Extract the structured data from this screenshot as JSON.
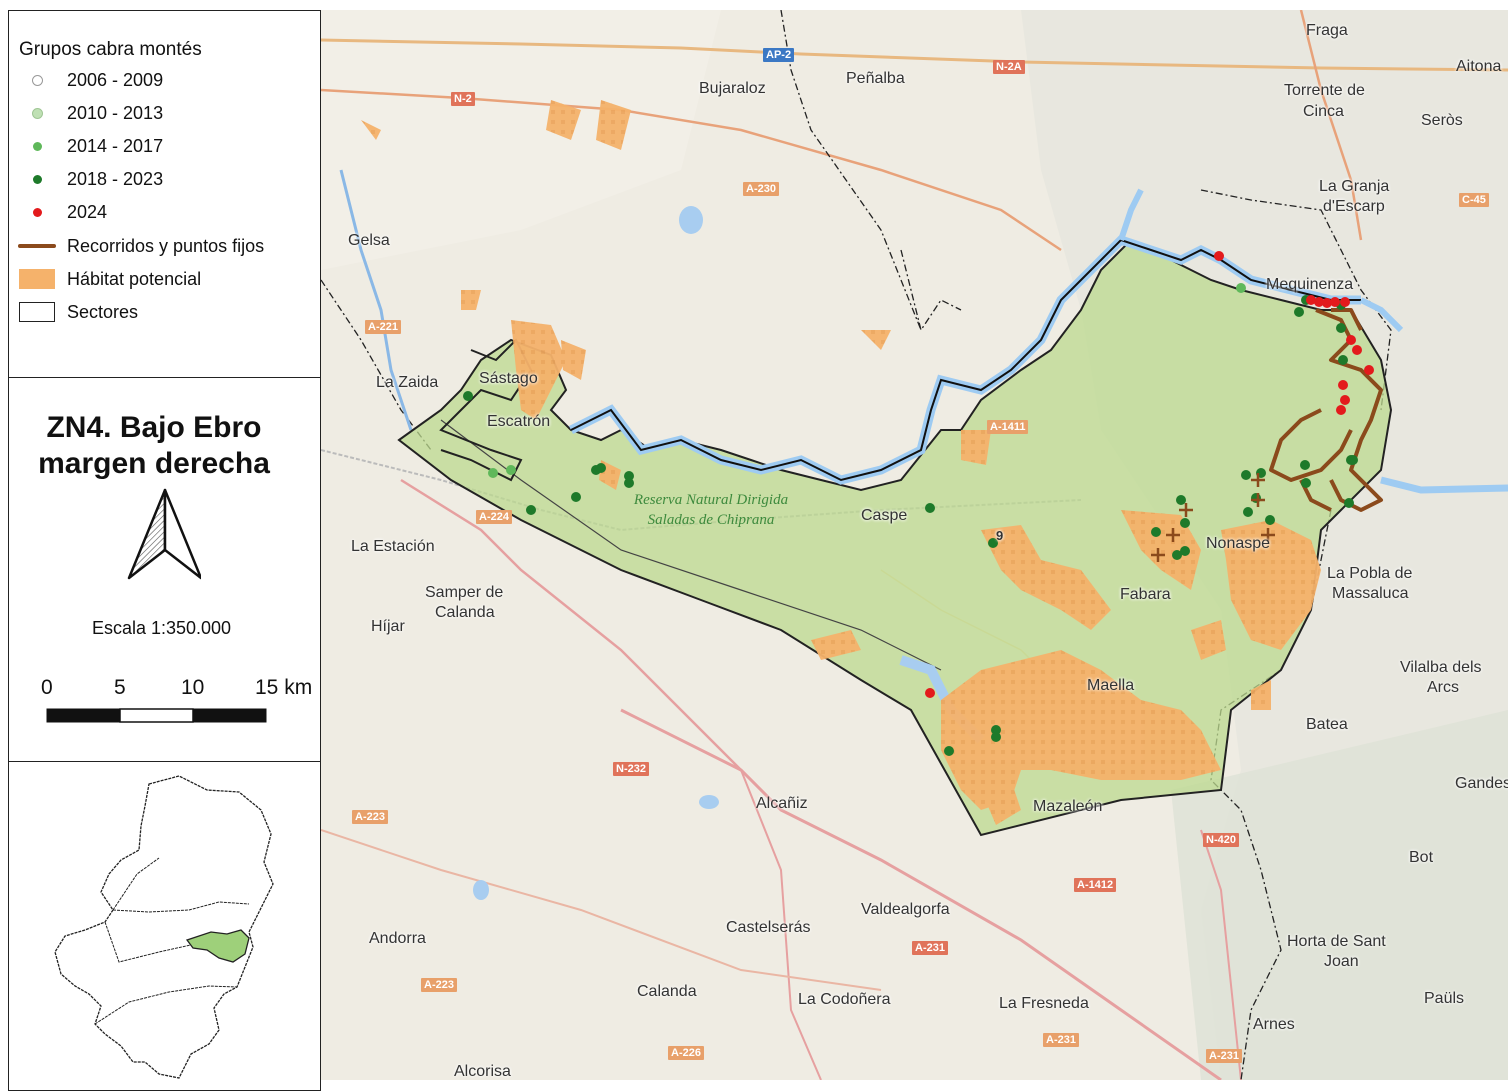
{
  "legend": {
    "title": "Grupos cabra montés",
    "items": [
      {
        "label": "2006 - 2009",
        "symbol": "circle",
        "color": "#ffffff"
      },
      {
        "label": "2010 - 2013",
        "symbol": "circle",
        "color": "#bfe0b4"
      },
      {
        "label": "2014 - 2017",
        "symbol": "circle",
        "color": "#5fb85a"
      },
      {
        "label": "2018 - 2023",
        "symbol": "circle",
        "color": "#1e7a2a"
      },
      {
        "label": "2024",
        "symbol": "circle",
        "color": "#e31a1c"
      },
      {
        "label": "Recorridos y puntos fijos",
        "symbol": "line",
        "color": "#8b4a1c"
      },
      {
        "label": "Hábitat potencial",
        "symbol": "fill",
        "color": "#f5b26b"
      },
      {
        "label": "Sectores",
        "symbol": "outline",
        "color": "#222222"
      }
    ]
  },
  "title": {
    "line1": "ZN4. Bajo Ebro",
    "line2": "margen derecha"
  },
  "north_arrow": "north-arrow-icon",
  "scale": {
    "label": "Escala 1:350.000",
    "ticks": [
      "0",
      "5",
      "10",
      "15 km"
    ]
  },
  "colors": {
    "zone_fill": "#b8d98f",
    "reservoir": "#a8cdf0",
    "habitat": "#f5b26b",
    "route": "#8b4a1c"
  },
  "map": {
    "places": [
      "Fraga",
      "Aitona",
      "Bujaraloz",
      "Peñalba",
      "Torrente de",
      "Cinca",
      "Seròs",
      "La Granja",
      "d'Escarp",
      "Gelsa",
      "Mequinenza",
      "La Zaida",
      "Sástago",
      "Escatrón",
      "Caspe",
      "La Estación",
      "Samper de",
      "Calanda",
      "Híjar",
      "Nonaspe",
      "Fabara",
      "La Pobla de",
      "Massaluca",
      "Maella",
      "Vilalba dels",
      "Arcs",
      "Batea",
      "Gandesa",
      "Mazaleón",
      "Alcañiz",
      "Bot",
      "Valdealgorfa",
      "Castelserás",
      "Andorra",
      "Horta de Sant",
      "Joan",
      "Calanda",
      "La Codoñera",
      "La Fresneda",
      "Arnes",
      "Paüls",
      "Alcorisa",
      "9"
    ],
    "roads": [
      "AP-2",
      "N-2A",
      "N-2",
      "A-230",
      "C-45",
      "A-221",
      "A-1411",
      "A-224",
      "N-232",
      "A-223",
      "N-420",
      "A-1412",
      "A-231",
      "A-223",
      "A-226",
      "A-231",
      "A-231"
    ],
    "reserve": [
      "Reserva Natural Dirigida",
      "Saladas de Chiprana"
    ]
  }
}
